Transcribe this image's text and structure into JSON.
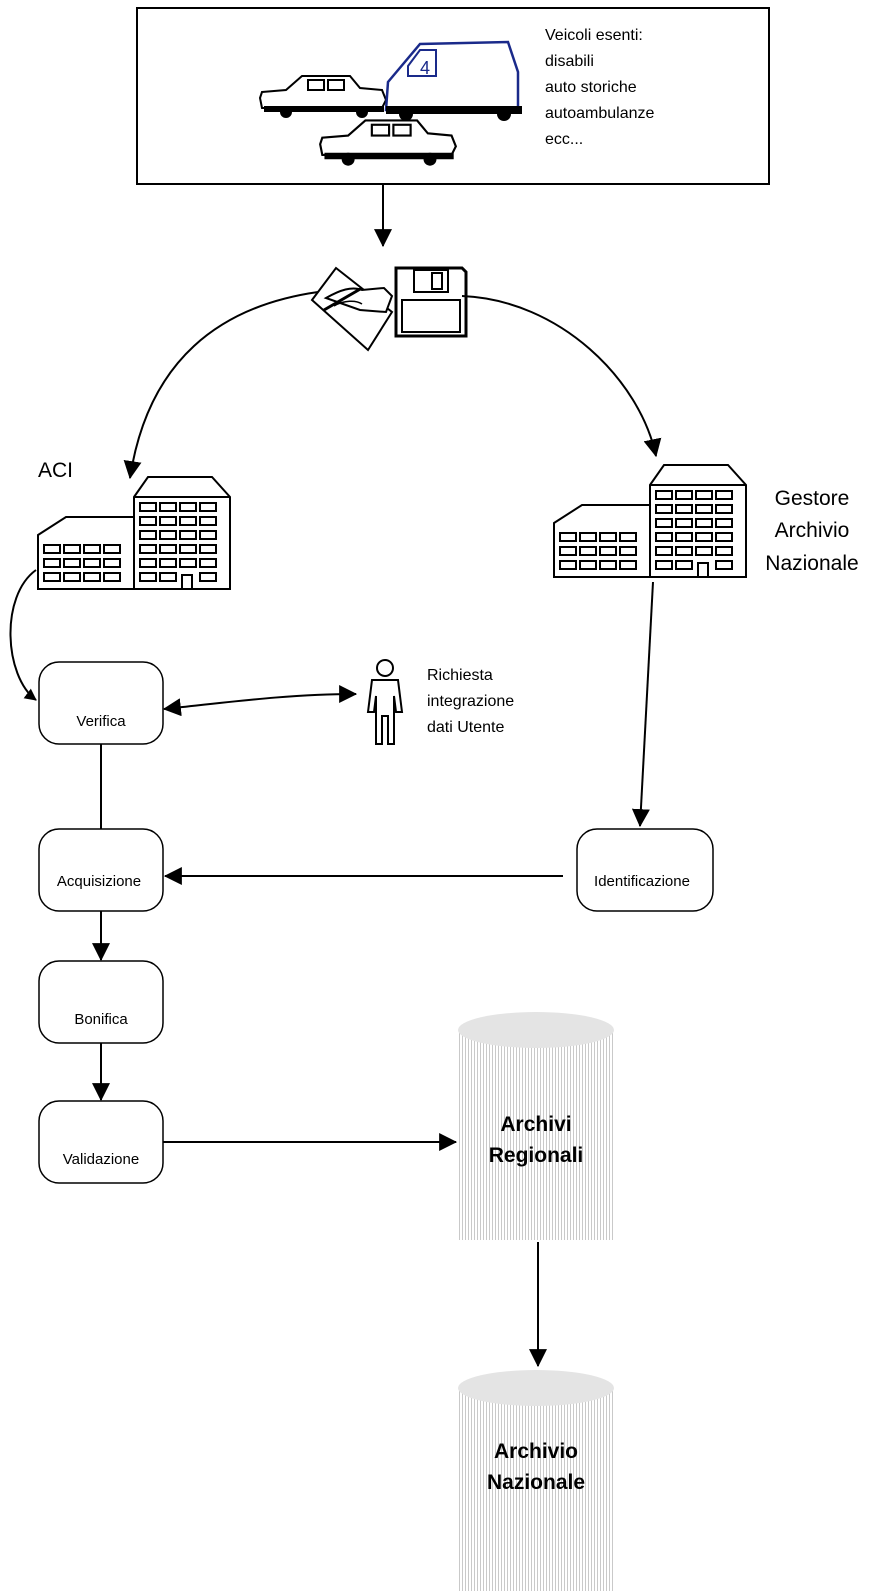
{
  "vehicles_box": {
    "lines": [
      "Veicoli esenti:",
      "disabili",
      "auto storiche",
      "autoambulanze",
      "ecc..."
    ]
  },
  "aci_label": "ACI",
  "gestore_label": [
    "Gestore",
    "Archivio",
    "Nazionale"
  ],
  "user_request_label": [
    "Richiesta",
    "integrazione",
    "dati Utente"
  ],
  "steps": {
    "verifica": "Verifica",
    "acquisizione": "Acquisizione",
    "bonifica": "Bonifica",
    "validazione": "Validazione",
    "identificazione": "Identificazione"
  },
  "archivi_regionali": [
    "Archivi",
    "Regionali"
  ],
  "archivio_nazionale": [
    "Archivio",
    "Nazionale"
  ],
  "icons": [
    "car-icon",
    "van-icon",
    "writing-hand-icon",
    "floppy-disk-icon",
    "building-icon",
    "person-icon",
    "database-cylinder-icon"
  ]
}
